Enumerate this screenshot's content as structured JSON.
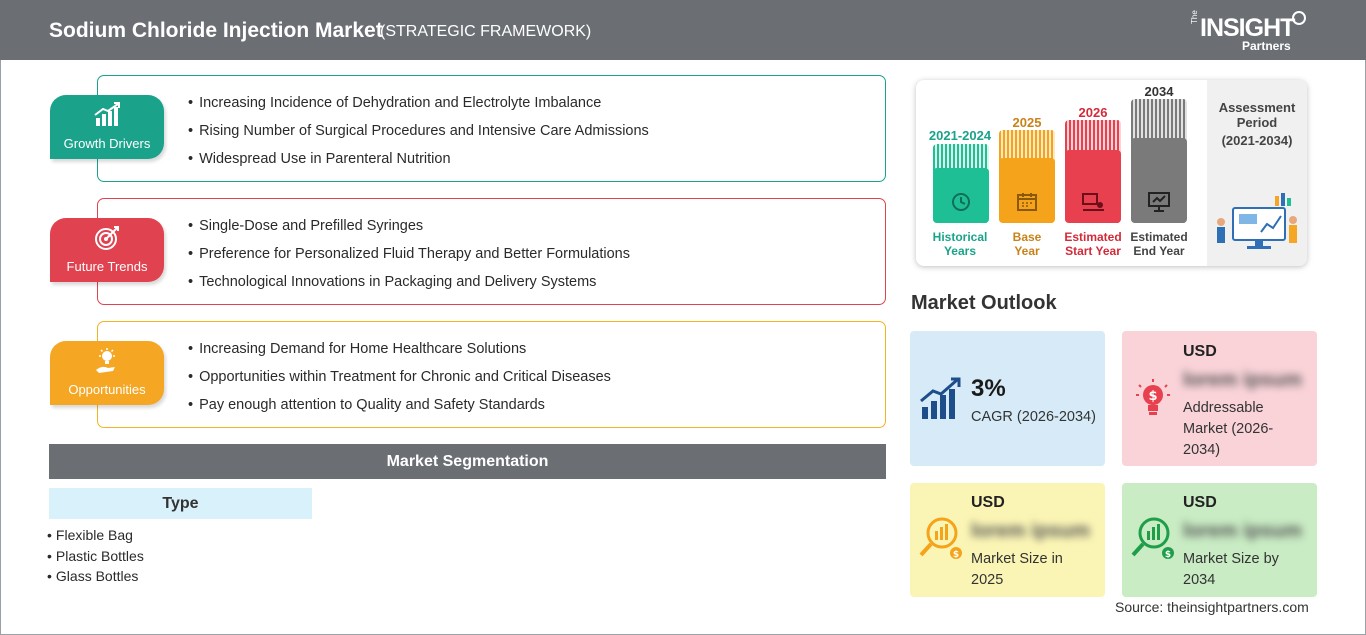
{
  "header": {
    "title": "Sodium Chloride Injection Market",
    "subtitle": "(STRATEGIC FRAMEWORK)",
    "logo": {
      "the": "The",
      "insight": "INSIGHT",
      "partners": "Partners"
    }
  },
  "framework": {
    "growth_drivers": {
      "label": "Growth Drivers",
      "color": "#1aa38a",
      "items": [
        "Increasing Incidence of Dehydration and Electrolyte Imbalance",
        "Rising Number of Surgical Procedures and Intensive Care Admissions",
        "Widespread Use in Parenteral Nutrition"
      ]
    },
    "future_trends": {
      "label": "Future Trends",
      "color": "#e0424f",
      "items": [
        "Single-Dose and Prefilled Syringes",
        "Preference for Personalized Fluid Therapy and Better Formulations",
        "Technological Innovations in Packaging and Delivery Systems"
      ]
    },
    "opportunities": {
      "label": "Opportunities",
      "color": "#f5a623",
      "items": [
        "Increasing Demand for Home Healthcare Solutions",
        "Opportunities within Treatment for Chronic and Critical Diseases",
        "Pay enough attention to Quality and Safety Standards"
      ]
    }
  },
  "segmentation": {
    "title": "Market Segmentation",
    "type_label": "Type",
    "types": [
      "Flexible Bag",
      "Plastic Bottles",
      "Glass Bottles"
    ]
  },
  "timeline": {
    "historical": {
      "year": "2021-2024",
      "line1": "Historical",
      "line2": "Years",
      "color": "#1fbf95"
    },
    "base": {
      "year": "2025",
      "line1": "Base",
      "line2": "Year",
      "color": "#f5a31a"
    },
    "start": {
      "year": "2026",
      "line1": "Estimated",
      "line2": "Start Year",
      "color": "#e8404f"
    },
    "end": {
      "year": "2034",
      "line1": "Estimated",
      "line2": "End Year",
      "color": "#7a7a7a"
    },
    "assessment": {
      "line1": "Assessment",
      "line2": "Period",
      "range": "(2021-2034)"
    }
  },
  "outlook": {
    "title": "Market Outlook",
    "cagr": {
      "value": "3%",
      "label": "CAGR (2026-2034)",
      "bg": "#d6ebf7"
    },
    "addressable": {
      "currency": "USD",
      "value": "lorem ipsum",
      "label_1": "Addressable",
      "label_2": "Market (2026-",
      "label_3": "2034)",
      "bg": "#f9d3d8"
    },
    "size_2025": {
      "currency": "USD",
      "value": "lorem ipsum",
      "label_1": "Market Size in",
      "label_2": "2025",
      "bg": "#fbf5b5"
    },
    "size_2034": {
      "currency": "USD",
      "value": "lorem ipsum",
      "label_1": "Market Size by",
      "label_2": "2034",
      "bg": "#c9ecc4"
    }
  },
  "source": "Source: theinsightpartners.com"
}
